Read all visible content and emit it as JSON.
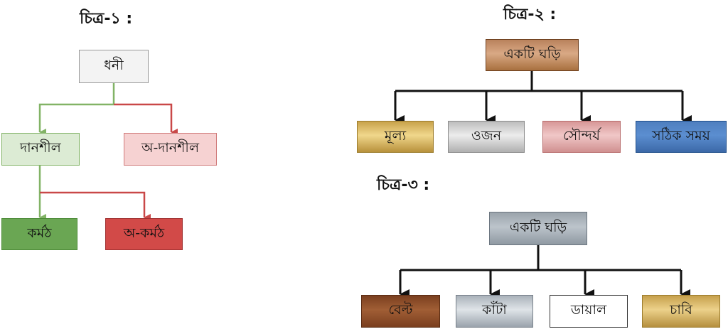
{
  "figure1": {
    "caption": "চিত্র-১ :",
    "root": "ধনী",
    "left": "দানশীল",
    "right": "অ-দানশীল",
    "left_left": "কর্মঠ",
    "left_right": "অ-কর্মঠ",
    "colors": {
      "positive": "#82b366",
      "negative": "#c94848"
    }
  },
  "figure2": {
    "caption": "চিত্র-২ :",
    "root": "একটি ঘড়ি",
    "children": [
      "মূল্য",
      "ওজন",
      "সৌন্দর্য",
      "সঠিক সময়"
    ]
  },
  "figure3": {
    "caption": "চিত্র-৩ :",
    "root": "একটি ঘড়ি",
    "children": [
      "বেল্ট",
      "কাঁটা",
      "ডায়াল",
      "চাবি"
    ]
  }
}
